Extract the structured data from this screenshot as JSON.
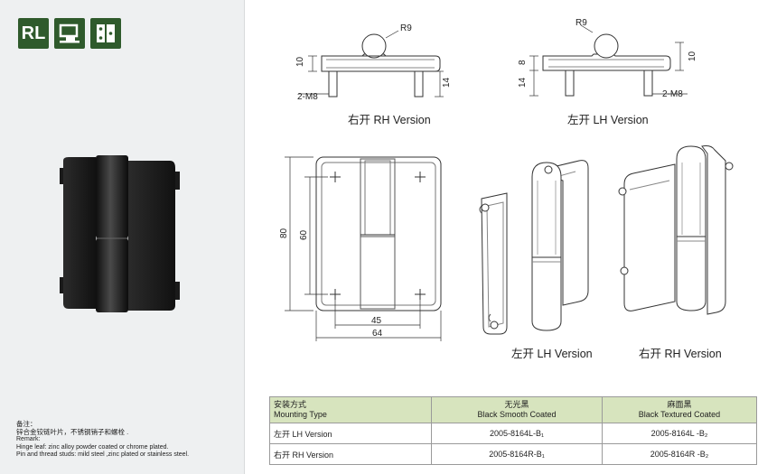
{
  "badges": {
    "rl_label": "RL"
  },
  "remark": {
    "title": "备注：",
    "cn": "锌合金铰链叶片，不锈钢销子和螺栓 .",
    "en_title": "Remark:",
    "line1": "Hinge leaf: zinc alloy  powder coated or chrome plated.",
    "line2": "Pin and thread studs: mild steel ,zinc plated or stainless steel."
  },
  "drawing": {
    "top_rh": {
      "r": "R9",
      "h1": "10",
      "h2": "14",
      "thread": "2-M8",
      "caption": "右开 RH Version"
    },
    "top_lh": {
      "r": "R9",
      "h1": "8",
      "h2": "14",
      "h3": "10",
      "thread": "2-M8",
      "caption": "左开 LH Version"
    },
    "front": {
      "h_outer": "80",
      "h_inner": "60",
      "w_inner": "45",
      "w_outer": "64"
    },
    "iso_lh_caption": "左开 LH Version",
    "iso_rh_caption": "右开 RH Version"
  },
  "table": {
    "headers": [
      {
        "cn": "安装方式",
        "en": "Mounting Type"
      },
      {
        "cn": "无光黑",
        "en": "Black Smooth Coated"
      },
      {
        "cn": "麻面黑",
        "en": "Black Textured Coated"
      }
    ],
    "rows": [
      {
        "type": "左开 LH Version",
        "smooth": "2005-8164L-B₁",
        "textured": "2005-8164L -B₂"
      },
      {
        "type": "右开 RH Version",
        "smooth": "2005-8164R-B₁",
        "textured": "2005-8164R -B₂"
      }
    ]
  }
}
